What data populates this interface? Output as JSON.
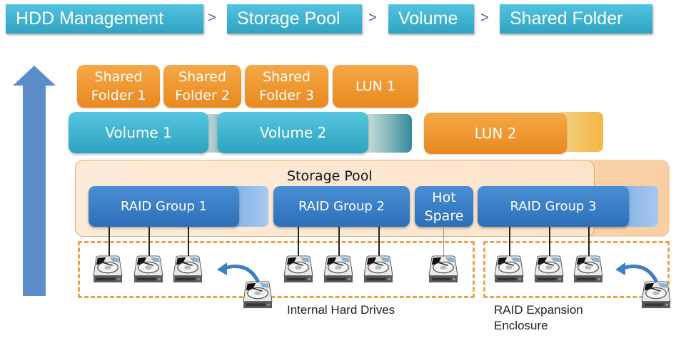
{
  "breadcrumb": {
    "items": [
      "HDD Management",
      "Storage Pool",
      "Volume",
      "Shared Folder"
    ],
    "separator": ">"
  },
  "layers": {
    "shared_folders": [
      {
        "line1": "Shared",
        "line2": "Folder 1"
      },
      {
        "line1": "Shared",
        "line2": "Folder 2"
      },
      {
        "line1": "Shared",
        "line2": "Folder 3"
      }
    ],
    "lun1": "LUN 1",
    "volumes": [
      "Volume 1",
      "Volume 2"
    ],
    "lun2": "LUN 2",
    "storage_pool": "Storage Pool",
    "raid_groups": [
      "RAID Group 1",
      "RAID Group 2",
      "RAID Group 3"
    ],
    "hot_spare": {
      "line1": "Hot",
      "line2": "Spare"
    }
  },
  "captions": {
    "internal": "Internal Hard Drives",
    "expansion_line1": "RAID Expansion",
    "expansion_line2": "Enclosure"
  },
  "colors": {
    "breadcrumb": "#3bb3d3",
    "orange": "#ef9730",
    "teal": "#3db4d3",
    "raid_blue": "#3a7fc8",
    "arrow": "#5b8ec8",
    "dashed_border": "#f0a048"
  }
}
